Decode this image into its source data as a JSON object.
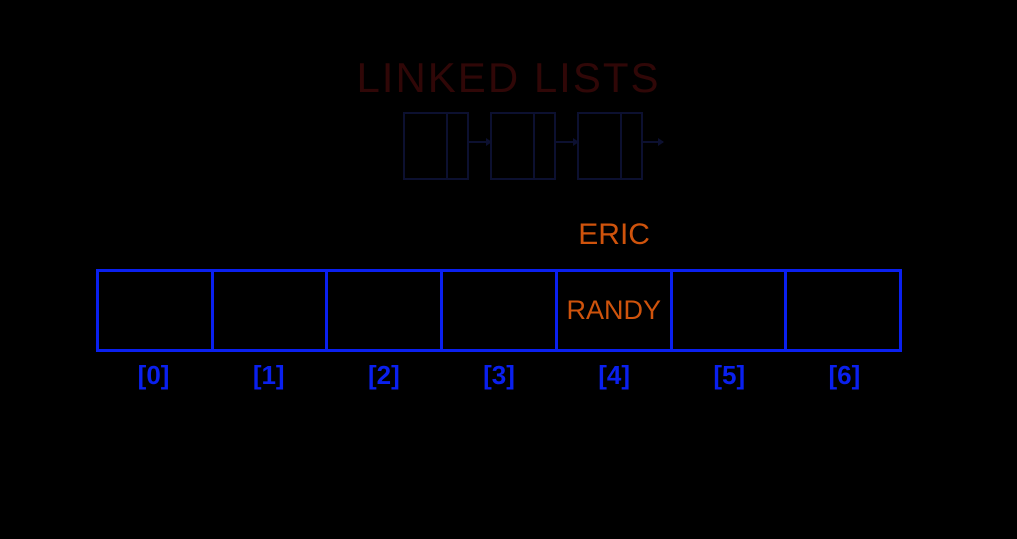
{
  "slide": {
    "background_color": "#000000",
    "title": "LINKED LISTS",
    "title_color": "#300707"
  },
  "linked_list_diagram": {
    "accent_color": "#0c1030",
    "nodes": [
      {
        "data": "",
        "pointer": ""
      },
      {
        "data": "",
        "pointer": ""
      },
      {
        "data": "",
        "pointer": ""
      }
    ],
    "arrows": 3
  },
  "floating_label": {
    "text": "ERIC",
    "color": "#cf530c",
    "points_to_index": 4
  },
  "array": {
    "border_color": "#0a20ef",
    "value_color": "#cf530c",
    "index_color": "#0a20ef",
    "cells": [
      {
        "index": "[0]",
        "value": ""
      },
      {
        "index": "[1]",
        "value": ""
      },
      {
        "index": "[2]",
        "value": ""
      },
      {
        "index": "[3]",
        "value": ""
      },
      {
        "index": "[4]",
        "value": "RANDY"
      },
      {
        "index": "[5]",
        "value": ""
      },
      {
        "index": "[6]",
        "value": ""
      }
    ]
  }
}
